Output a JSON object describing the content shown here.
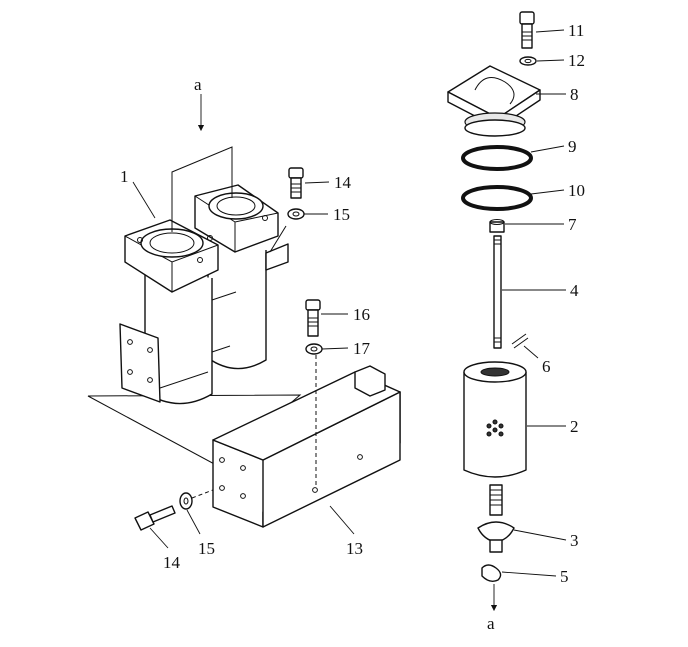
{
  "callouts": {
    "c1": "1",
    "c2": "2",
    "c3": "3",
    "c4": "4",
    "c5": "5",
    "c6": "6",
    "c7": "7",
    "c8": "8",
    "c9": "9",
    "c10": "10",
    "c11": "11",
    "c12": "12",
    "c13": "13",
    "c14_top": "14",
    "c14_bottom": "14",
    "c15_top": "15",
    "c15_bottom": "15",
    "c16": "16",
    "c17": "17"
  },
  "flow_markers": {
    "a_left": "a",
    "a_right": "a"
  }
}
